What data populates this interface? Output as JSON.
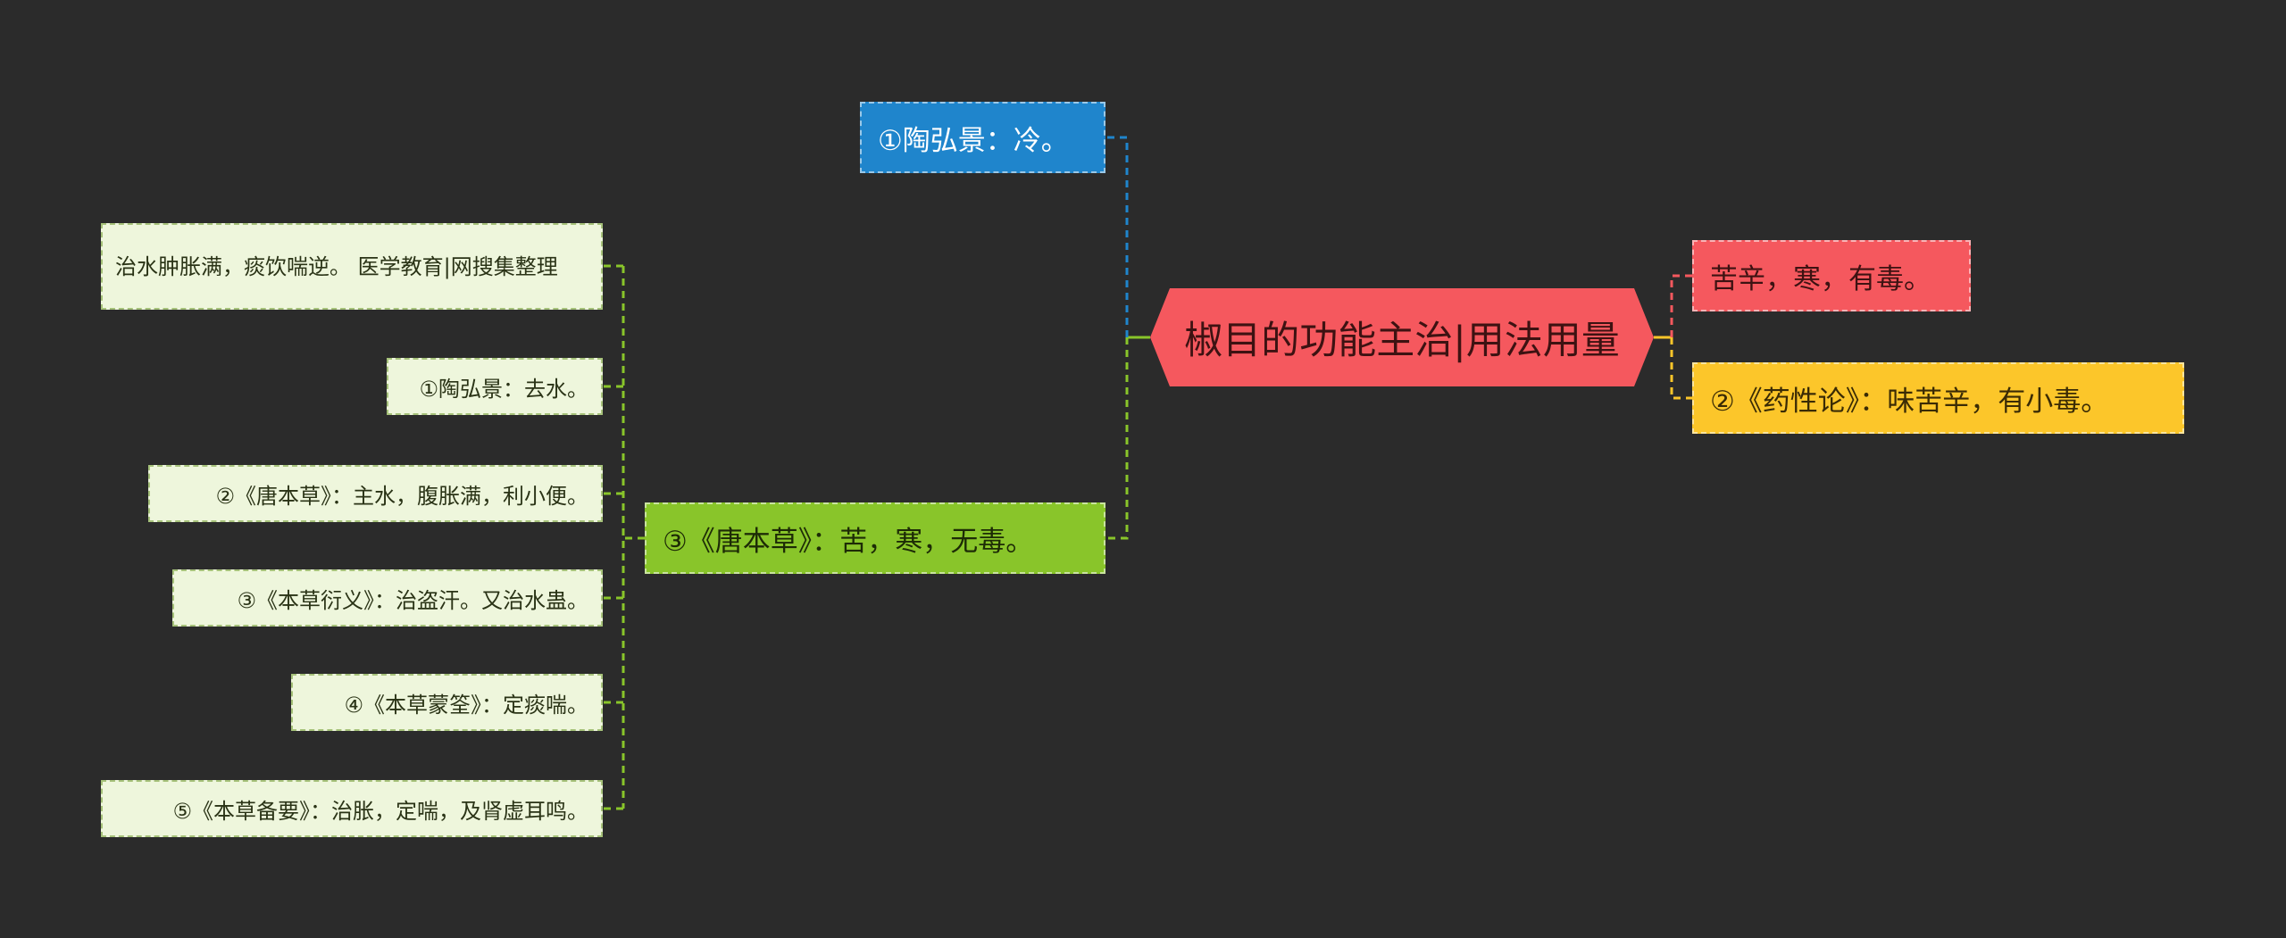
{
  "center": {
    "title": "椒目的功能主治|用法用量"
  },
  "branches": {
    "blue": "①陶弘景：冷。",
    "green": "③《唐本草》：苦，寒，无毒。",
    "red": "苦辛，寒，有毒。",
    "yellow": "②《药性论》：味苦辛，有小毒。"
  },
  "leaves": [
    "治水肿胀满，痰饮喘逆。 医学教育|网搜集整理",
    "①陶弘景：去水。",
    "②《唐本草》：主水，腹胀满，利小便。",
    "③《本草衍义》：治盗汗。又治水蛊。",
    "④《本草蒙筌》：定痰喘。",
    "⑤《本草备要》：治胀，定喘，及肾虚耳鸣。"
  ],
  "colors": {
    "background": "#2b2b2b",
    "center": "#f5585e",
    "blue": "#1f85cc",
    "green": "#89c52a",
    "red": "#f5585e",
    "yellow": "#fcc62a",
    "leaf_bg": "#eef6dc"
  }
}
